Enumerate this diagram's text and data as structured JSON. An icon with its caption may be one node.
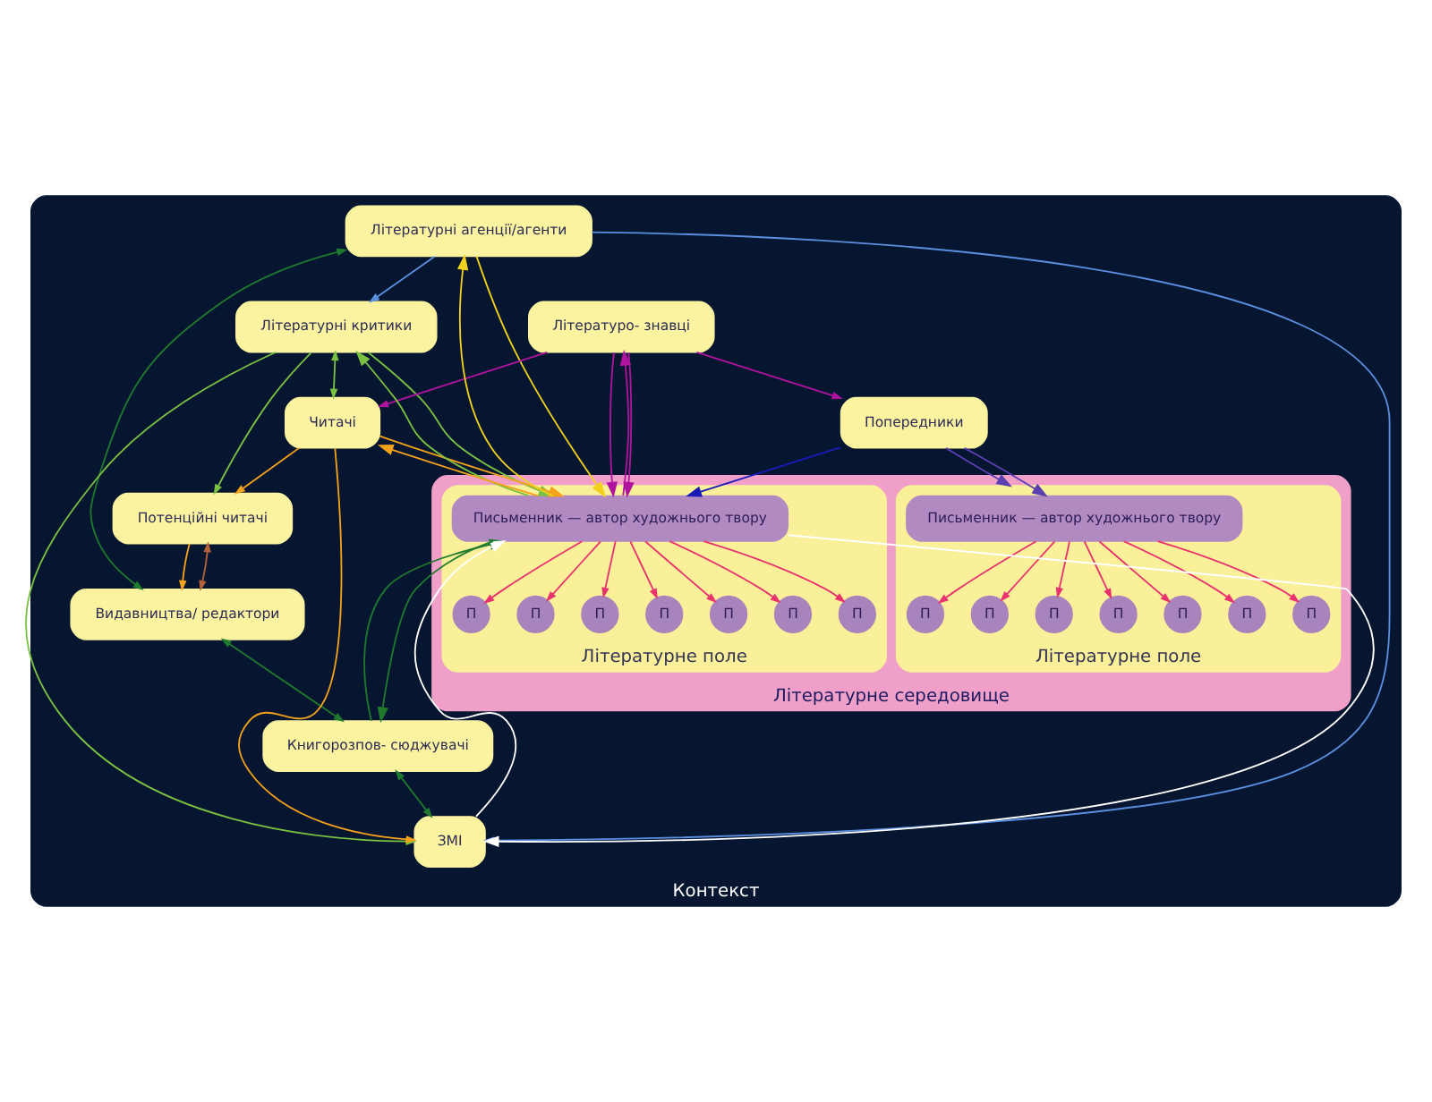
{
  "diagram": {
    "nodes": [
      {
        "text": [
          "Контекст"
        ]
      },
      {
        "text": [
          "Попередники"
        ],
        "in": 0
      },
      {
        "text": [
          "Літературні агенції/агенти"
        ],
        "in": 0
      },
      {
        "text": [
          "Літературні критики"
        ],
        "in": 0
      },
      {
        "text": [
          "Видавництва/ редактори"
        ],
        "in": 0
      },
      {
        "text": [
          "Читачі"
        ],
        "in": 0
      },
      {
        "text": [
          "Книгорозпов- сюджувачі"
        ],
        "in": 0
      },
      {
        "text": [
          "Потенційні читачі"
        ],
        "in": 0
      },
      {
        "text": [
          "ЗМІ"
        ],
        "in": 0
      },
      {
        "text": [
          "Літературо- знавці"
        ],
        "in": 0
      },
      {
        "text": [
          "Літературне середовище"
        ],
        "in": 0
      },
      {
        "text": [
          "Літературне поле"
        ],
        "in": 10
      },
      {
        "text": [
          "Письменник — автор художнього твору"
        ],
        "in": 11
      },
      {
        "text": [
          "П"
        ],
        "in": 11
      },
      {
        "text": [
          "П"
        ],
        "in": 11
      },
      {
        "text": [
          "П"
        ],
        "in": 11
      },
      {
        "text": [
          "П"
        ],
        "in": 11
      },
      {
        "text": [
          "П"
        ],
        "in": 11
      },
      {
        "text": [
          "П"
        ],
        "in": 11
      },
      {
        "text": [
          "П"
        ],
        "in": 11
      },
      {
        "text": [
          "Літературне поле"
        ],
        "in": 10
      },
      {
        "text": [
          "Письменник — автор художнього твору"
        ],
        "in": 20
      },
      {
        "text": [
          "П"
        ],
        "in": 20
      },
      {
        "text": [
          "П"
        ],
        "in": 20
      },
      {
        "text": [
          "П"
        ],
        "in": 20
      },
      {
        "text": [
          "П"
        ],
        "in": 20
      },
      {
        "text": [
          "П"
        ],
        "in": 20
      },
      {
        "text": [
          "П"
        ],
        "in": 20
      },
      {
        "text": [
          "П"
        ],
        "in": 20
      }
    ],
    "edges": [
      {
        "from": 12,
        "to": 13,
        "arrow": "to",
        "color": "#e8336e"
      },
      {
        "from": 12,
        "to": 14,
        "arrow": "to",
        "color": "#e8336e"
      },
      {
        "from": 12,
        "to": 15,
        "arrow": "to",
        "color": "#e8336e"
      },
      {
        "from": 12,
        "to": 16,
        "arrow": "to",
        "color": "#e8336e"
      },
      {
        "from": 12,
        "to": 17,
        "arrow": "to",
        "color": "#e8336e"
      },
      {
        "from": 12,
        "to": 18,
        "arrow": "to",
        "color": "#e8336e"
      },
      {
        "from": 12,
        "to": 19,
        "arrow": "to",
        "color": "#e8336e"
      },
      {
        "from": 21,
        "to": 22,
        "arrow": "to",
        "color": "#e8336e"
      },
      {
        "from": 21,
        "to": 23,
        "arrow": "to",
        "color": "#e8336e"
      },
      {
        "from": 21,
        "to": 24,
        "arrow": "to",
        "color": "#e8336e"
      },
      {
        "from": 21,
        "to": 25,
        "arrow": "to",
        "color": "#e8336e"
      },
      {
        "from": 21,
        "to": 26,
        "arrow": "to",
        "color": "#e8336e"
      },
      {
        "from": 21,
        "to": 27,
        "arrow": "to",
        "color": "#e8336e"
      },
      {
        "from": 21,
        "to": 28,
        "arrow": "to",
        "color": "#e8336e"
      },
      {
        "from": 1,
        "to": 11,
        "arrow": "to",
        "color": "#5a3fb0"
      },
      {
        "from": 1,
        "to": 12,
        "arrow": "to",
        "color": "#5a3fb0"
      },
      {
        "from": 1,
        "to": 21,
        "arrow": "to",
        "color": "#1a1ab8"
      },
      {
        "from": 2,
        "to": 3,
        "arrow": "to",
        "color": "#5b8fe0"
      },
      {
        "from": 2,
        "to": 8,
        "arrow": "to",
        "color": "#5b8fe0"
      },
      {
        "from": 2,
        "to": 4,
        "arrow": "both",
        "color": "#1f7a2e"
      },
      {
        "from": 4,
        "to": 6,
        "arrow": "both",
        "color": "#1f7a2e"
      },
      {
        "from": 6,
        "to": 8,
        "arrow": "both",
        "color": "#1f7a2e"
      },
      {
        "from": 3,
        "to": 5,
        "arrow": "both",
        "color": "#7ac142"
      },
      {
        "from": 21,
        "to": 2,
        "arrow": "to",
        "color": "#f2d21b"
      },
      {
        "from": 2,
        "to": 21,
        "arrow": "to",
        "color": "#f2d21b"
      },
      {
        "from": 6,
        "to": 21,
        "arrow": "to",
        "color": "#1f7a2e"
      },
      {
        "from": 21,
        "to": 6,
        "arrow": "to",
        "color": "#1f7a2e"
      },
      {
        "from": 21,
        "to": 5,
        "arrow": "to",
        "color": "#f5a21b"
      },
      {
        "from": 5,
        "to": 21,
        "arrow": "to",
        "color": "#f5a21b"
      },
      {
        "from": 5,
        "to": 7,
        "arrow": "to",
        "color": "#f5a21b"
      },
      {
        "from": 5,
        "to": 8,
        "arrow": "to",
        "color": "#f5a21b"
      },
      {
        "from": 7,
        "to": 4,
        "arrow": "to",
        "color": "#f5a21b"
      },
      {
        "from": 4,
        "to": 7,
        "arrow": "both",
        "color": "#b5613a"
      },
      {
        "from": 21,
        "to": 3,
        "arrow": "to",
        "color": "#7ac142"
      },
      {
        "from": 3,
        "to": 21,
        "arrow": "to",
        "color": "#7ac142"
      },
      {
        "from": 3,
        "to": 7,
        "arrow": "to",
        "color": "#7ac142"
      },
      {
        "from": 3,
        "to": 8,
        "arrow": "to",
        "color": "#7ac142"
      },
      {
        "from": 21,
        "to": 8,
        "arrow": "to",
        "color": "#ffffff"
      },
      {
        "from": 8,
        "to": 21,
        "arrow": "to",
        "color": "#ffffff"
      },
      {
        "from": 9,
        "to": 21,
        "arrow": "to",
        "color": "#b0149e"
      },
      {
        "from": 9,
        "to": 21,
        "arrow": "to",
        "color": "#b0149e"
      },
      {
        "from": 21,
        "to": 9,
        "arrow": "to",
        "color": "#b0149e"
      },
      {
        "from": 9,
        "to": 5,
        "arrow": "to",
        "color": "#b0149e"
      },
      {
        "from": 9,
        "to": 1,
        "arrow": "to",
        "color": "#b0149e"
      }
    ]
  }
}
